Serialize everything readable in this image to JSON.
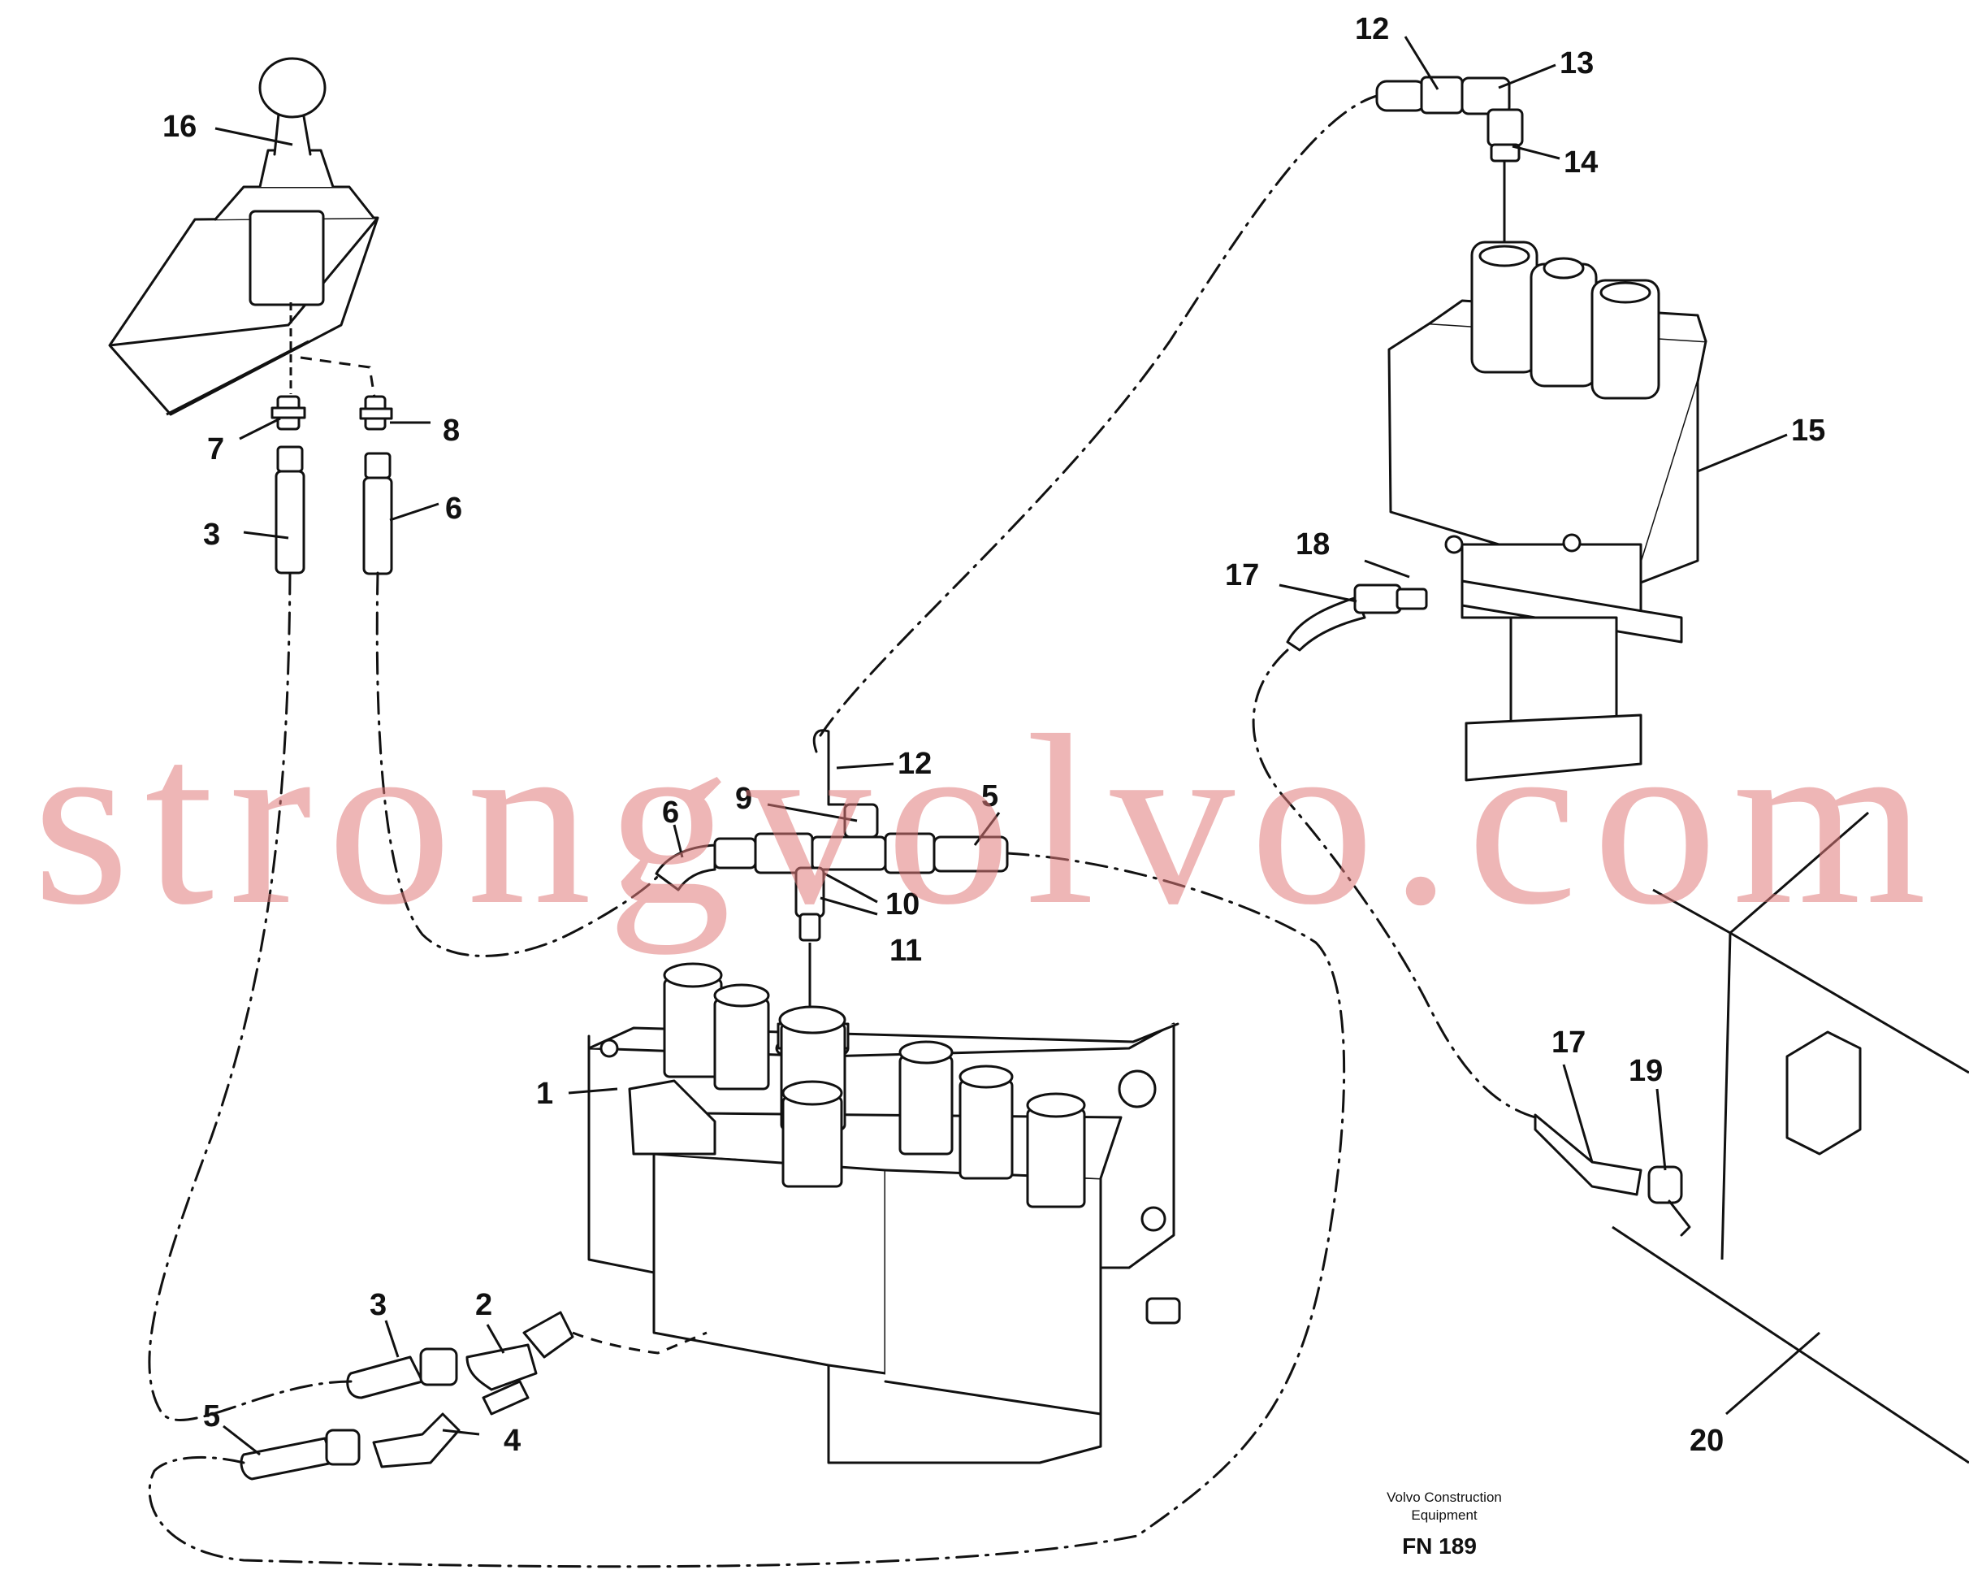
{
  "diagram": {
    "watermark": "strongvolvo.com",
    "caption": {
      "company_line1": "Volvo Construction",
      "company_line2": "Equipment",
      "code": "FN 189"
    },
    "colors": {
      "line": "#111111",
      "background": "#ffffff",
      "watermark": "#e07a7a"
    },
    "callouts": [
      {
        "id": "c16",
        "label": "16"
      },
      {
        "id": "c7",
        "label": "7"
      },
      {
        "id": "c8",
        "label": "8"
      },
      {
        "id": "c3a",
        "label": "3"
      },
      {
        "id": "c6a",
        "label": "6"
      },
      {
        "id": "c12a",
        "label": "12"
      },
      {
        "id": "c13",
        "label": "13"
      },
      {
        "id": "c14",
        "label": "14"
      },
      {
        "id": "c15",
        "label": "15"
      },
      {
        "id": "c18",
        "label": "18"
      },
      {
        "id": "c17a",
        "label": "17"
      },
      {
        "id": "c12b",
        "label": "12"
      },
      {
        "id": "c9",
        "label": "9"
      },
      {
        "id": "c5a",
        "label": "5"
      },
      {
        "id": "c6b",
        "label": "6"
      },
      {
        "id": "c10",
        "label": "10"
      },
      {
        "id": "c11",
        "label": "11"
      },
      {
        "id": "c1",
        "label": "1"
      },
      {
        "id": "c17b",
        "label": "17"
      },
      {
        "id": "c19",
        "label": "19"
      },
      {
        "id": "c3b",
        "label": "3"
      },
      {
        "id": "c2",
        "label": "2"
      },
      {
        "id": "c5b",
        "label": "5"
      },
      {
        "id": "c4",
        "label": "4"
      },
      {
        "id": "c20",
        "label": "20"
      }
    ]
  }
}
